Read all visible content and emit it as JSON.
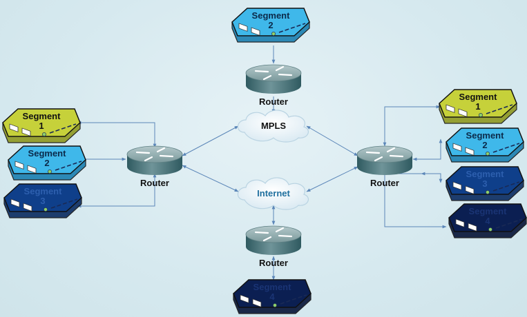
{
  "colors": {
    "background": "#d5e9ef",
    "link": "#5b86b8",
    "segment_1": "#c6d13a",
    "segment_2": "#3fb8ea",
    "segment_3": "#0f3f8a",
    "segment_4": "#0b1f52",
    "router_top": "#8fa9ac",
    "router_side": "#3f6c72",
    "cloud": "#f4f9fc",
    "mpls_text": "#111111",
    "internet_text": "#1f6f9e"
  },
  "clouds": {
    "mpls": {
      "label": "MPLS"
    },
    "internet": {
      "label": "Internet"
    }
  },
  "routers": {
    "top": {
      "label": "Router"
    },
    "left": {
      "label": "Router"
    },
    "right": {
      "label": "Router"
    },
    "bottom": {
      "label": "Router"
    }
  },
  "segments": {
    "top": {
      "line1": "Segment",
      "line2": "2",
      "tier": 2
    },
    "left": [
      {
        "line1": "Segment",
        "line2": "1",
        "tier": 1
      },
      {
        "line1": "Segment",
        "line2": "2",
        "tier": 2
      },
      {
        "line1": "Segment",
        "line2": "3",
        "tier": 3
      }
    ],
    "right": [
      {
        "line1": "Segment",
        "line2": "1",
        "tier": 1
      },
      {
        "line1": "Segment",
        "line2": "2",
        "tier": 2
      },
      {
        "line1": "Segment",
        "line2": "3",
        "tier": 3
      },
      {
        "line1": "Segment",
        "line2": "4",
        "tier": 4
      }
    ],
    "bottom": {
      "line1": "Segment",
      "line2": "4",
      "tier": 4
    }
  }
}
